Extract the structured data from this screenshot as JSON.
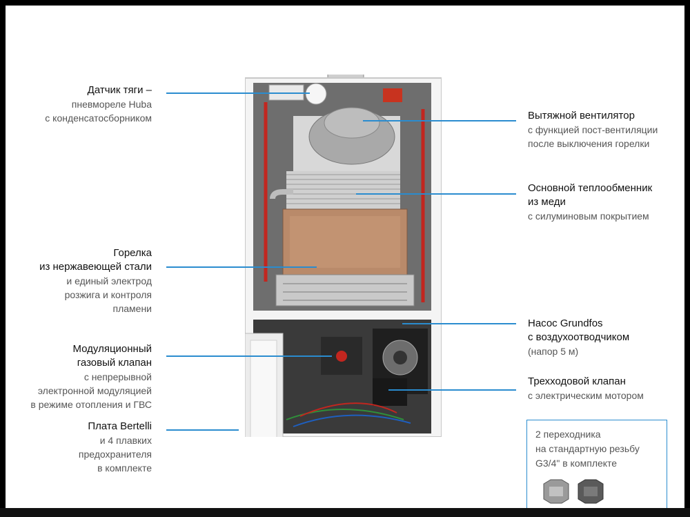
{
  "labels": {
    "draft_sensor": {
      "title": "Датчик тяги –",
      "sub1": "пневмореле Huba",
      "sub2": "с конденсатосборником"
    },
    "exhaust_fan": {
      "title": "Вытяжной вентилятор",
      "sub1": "с функцией пост-вентиляции",
      "sub2": "после выключения горелки"
    },
    "heat_exchanger": {
      "title1": "Основной теплообменник",
      "title2": "из меди",
      "sub1": "с силуминовым покрытием"
    },
    "burner": {
      "title1": "Горелка",
      "title2": "из нержавеющей стали",
      "sub1": "и единый электрод",
      "sub2": "розжига и контроля",
      "sub3": "пламени"
    },
    "pump": {
      "title1": "Насос Grundfos",
      "title2": "с воздухоотводчиком",
      "sub1": "(напор 5 м)"
    },
    "gas_valve": {
      "title1": "Модуляционный",
      "title2": "газовый клапан",
      "sub1": "с непрерывной",
      "sub2": "электронной модуляцией",
      "sub3": "в режиме отопления и ГВС"
    },
    "three_way_valve": {
      "title1": "Трехходовой клапан",
      "sub1": "с электрическим мотором"
    },
    "board": {
      "title1": "Плата Bertelli",
      "sub1": "и 4 плавких",
      "sub2": "предохранителя",
      "sub3": "в комплекте"
    },
    "adapters": {
      "line1": "2 переходника",
      "line2": "на стандартную резьбу",
      "line3": "G3/4\" в комплекте"
    }
  },
  "colors": {
    "leader": "#2a8ccf",
    "frame": "#000000",
    "boiler_body": "#f4f4f4",
    "copper": "#b98a6a",
    "pump_black": "#1f1f1f",
    "pipe_red": "#c2261f"
  }
}
